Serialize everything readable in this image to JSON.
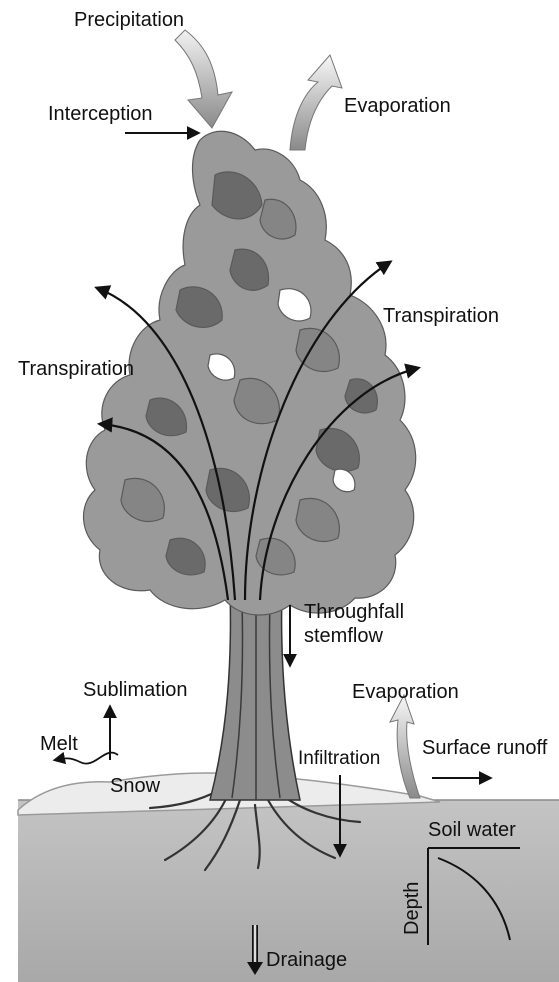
{
  "labels": {
    "precipitation": "Precipitation",
    "interception": "Interception",
    "evaporation_top": "Evaporation",
    "transpiration_right": "Transpiration",
    "transpiration_left": "Transpiration",
    "throughfall_line1": "Throughfall",
    "throughfall_line2": "stemflow",
    "sublimation": "Sublimation",
    "evaporation_ground": "Evaporation",
    "melt": "Melt",
    "snow": "Snow",
    "infiltration": "Infiltration",
    "surface_runoff": "Surface runoff",
    "soil_water": "Soil water",
    "depth": "Depth",
    "drainage": "Drainage"
  },
  "colors": {
    "ground": "#b3b3b3",
    "snow": "#ececec",
    "foliage_light": "#9a9a9a",
    "foliage_mid": "#858585",
    "foliage_dark": "#6a6a6a",
    "trunk": "#8c8c8c",
    "ink": "#111111"
  }
}
